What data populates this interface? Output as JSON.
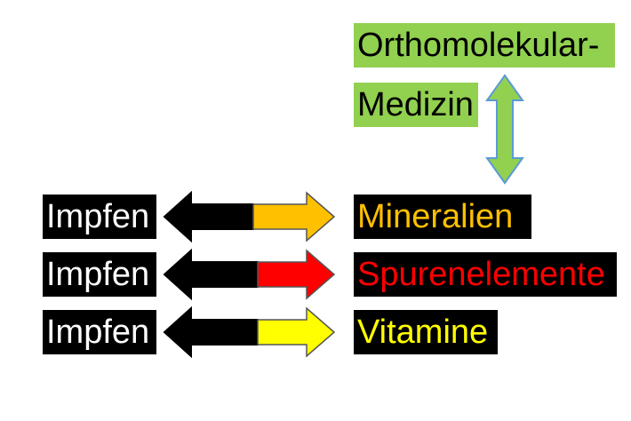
{
  "top": {
    "line1": "Orthomolekular-",
    "line2": "Medizin",
    "box_color": "#92d050"
  },
  "vertical_arrow": {
    "fill": "#92d050",
    "stroke": "#5b9bd5"
  },
  "rows": [
    {
      "left": "Impfen",
      "right": "Mineralien",
      "color": "#ffc000"
    },
    {
      "left": "Impfen",
      "right": "Spurenelemente",
      "color": "#ff0000"
    },
    {
      "left": "Impfen",
      "right": "Vitamine",
      "color": "#ffff00"
    }
  ],
  "left_label_color": "#ffffff",
  "label_bg": "#000000",
  "arrow_left_color": "#000000"
}
